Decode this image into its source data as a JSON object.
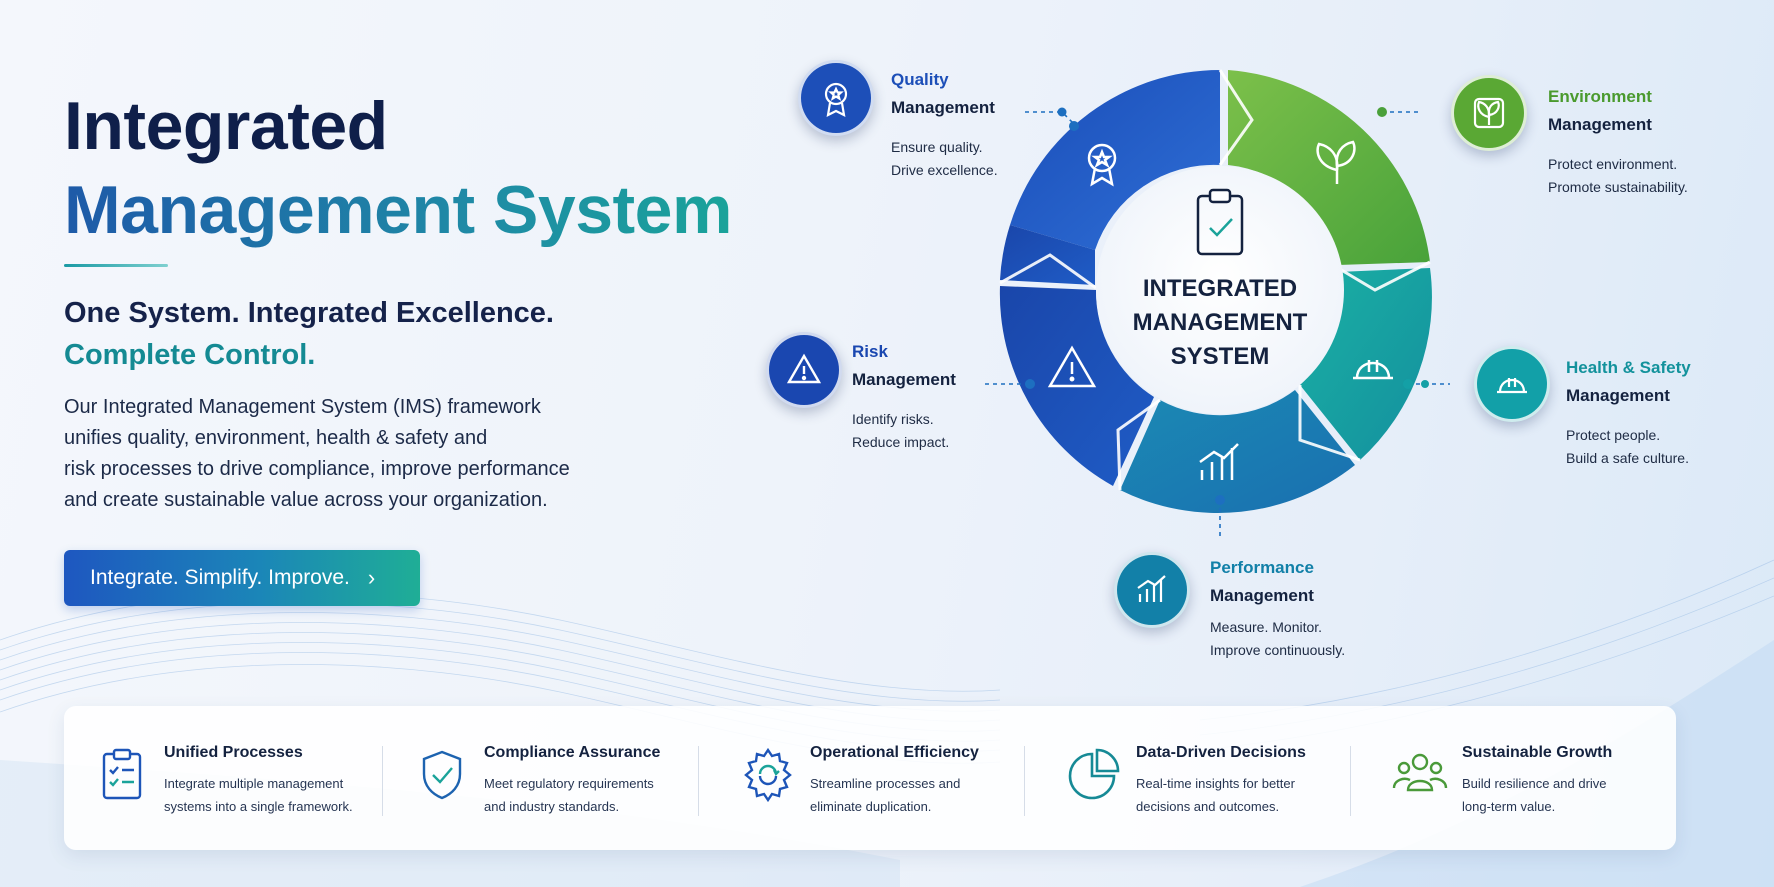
{
  "hero": {
    "title_line1": "Integrated",
    "title_line2": "Management System",
    "tagline_line1": "One System. Integrated Excellence.",
    "tagline_line2": "Complete Control.",
    "description": "Our Integrated Management System (IMS) framework\nunifies quality, environment, health & safety and\nrisk processes to drive compliance, improve performance\nand create sustainable value across your organization.",
    "cta_label": "Integrate. Simplify. Improve.",
    "cta_icon": "chevron-right-icon"
  },
  "diagram": {
    "center_lines": [
      "INTEGRATED",
      "MANAGEMENT",
      "SYSTEM"
    ],
    "center_icon": "clipboard-check-icon",
    "nodes": [
      {
        "id": "quality",
        "label_a": "Quality",
        "label_b": "Management",
        "note": "Ensure quality.\nDrive excellence.",
        "icon": "award-ribbon-icon",
        "color": "#1d4fb8"
      },
      {
        "id": "environment",
        "label_a": "Environment",
        "label_b": "Management",
        "note": "Protect environment.\nPromote sustainability.",
        "icon": "leaf-icon",
        "color": "#5aa834"
      },
      {
        "id": "risk",
        "label_a": "Risk",
        "label_b": "Management",
        "note": "Identify risks.\nReduce impact.",
        "icon": "warning-triangle-icon",
        "color": "#1a47b0"
      },
      {
        "id": "health-safety",
        "label_a": "Health & Safety",
        "label_b": "Management",
        "note": "Protect people.\nBuild a safe culture.",
        "icon": "hard-hat-icon",
        "color": "#12a0a8"
      },
      {
        "id": "performance",
        "label_a": "Performance",
        "label_b": "Management",
        "note": "Measure. Monitor.\nImprove continuously.",
        "icon": "bar-chart-up-icon",
        "color": "#1280a8"
      }
    ]
  },
  "features": [
    {
      "title": "Unified Processes",
      "desc": "Integrate multiple management\nsystems into a single framework.",
      "icon": "clipboard-checklist-icon",
      "color": "#1d55b8"
    },
    {
      "title": "Compliance Assurance",
      "desc": "Meet regulatory requirements\nand industry standards.",
      "icon": "shield-check-icon",
      "color": "#1d63b0"
    },
    {
      "title": "Operational Efficiency",
      "desc": "Streamline processes and\neliminate duplication.",
      "icon": "gear-cycle-icon",
      "color": "#1d55b8"
    },
    {
      "title": "Data-Driven Decisions",
      "desc": "Real-time insights for better\ndecisions and outcomes.",
      "icon": "pie-chart-icon",
      "color": "#168a96"
    },
    {
      "title": "Sustainable Growth",
      "desc": "Build resilience and drive\nlong-term value.",
      "icon": "people-group-icon",
      "color": "#4a9a3a"
    }
  ]
}
